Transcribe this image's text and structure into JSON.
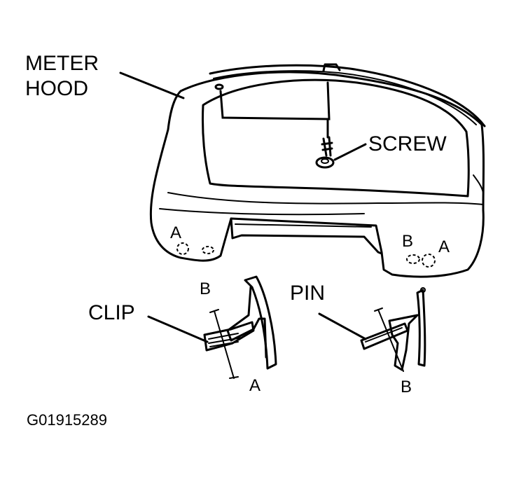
{
  "labels": {
    "meter_line1": "METER",
    "meter_line2": "HOOD",
    "screw": "SCREW",
    "clip": "CLIP",
    "pin": "PIN",
    "hood_left_a": "A",
    "hood_right_b": "B",
    "hood_right_a": "A",
    "clip_b": "B",
    "clip_a": "A",
    "pin_b": "B"
  },
  "figure_code": "G01915289"
}
